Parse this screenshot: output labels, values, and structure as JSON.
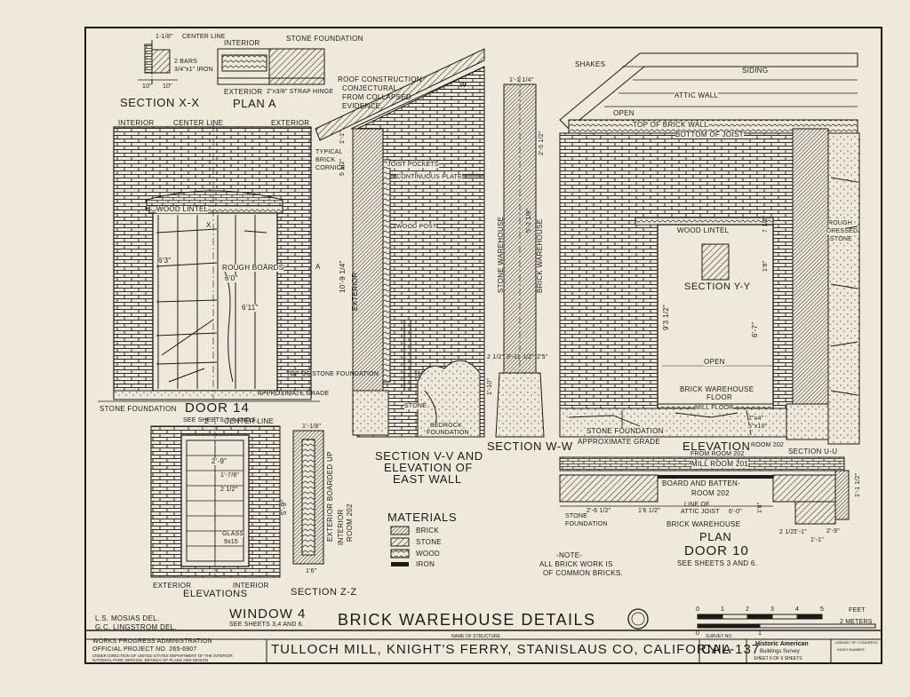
{
  "sheet_title": "BRICK WAREHOUSE DETAILS",
  "structure_name_label": "NAME OF STRUCTURE",
  "structure_name": "TULLOCH MILL, KNIGHT'S FERRY, STANISLAUS CO, CALIFORNIA",
  "survey_label": "SURVEY NO.",
  "survey_no": "CAL-137",
  "agency": {
    "line1": "Historic American",
    "line2": "Buildings Survey",
    "sheet": "SHEET 6 OF 9 SHEETS",
    "library": "LIBRARY OF CONGRESS",
    "index": "INDEX NUMBER"
  },
  "wpa": {
    "line1": "WORKS PROGRESS ADMINISTRATION",
    "line2": "OFFICIAL PROJECT NO. 265-6907",
    "line3": "UNDER DIRECTION OF UNITED STATES DEPARTMENT OF THE INTERIOR",
    "line4": "NATIONAL PARK SERVICE, BRANCH OF PLANS AND DESIGN"
  },
  "delineators": [
    "L.S. MOSIAS   DEL.",
    "G.C. LINGSTROM DEL."
  ],
  "scale": {
    "feet_ticks": [
      "0",
      "1",
      "2",
      "3",
      "4",
      "5"
    ],
    "feet_label": "FEET",
    "meter_ticks": [
      "0",
      "1"
    ],
    "meter_label": "2 METERS"
  },
  "materials": {
    "heading": "MATERIALS",
    "items": [
      "BRICK",
      "STONE",
      "WOOD",
      "IRON"
    ]
  },
  "note": [
    "-NOTE-",
    "ALL BRICK WORK IS",
    "OF COMMON BRICKS."
  ],
  "section_xx": {
    "title": "SECTION X-X",
    "dim1": "1-1/8\"",
    "center_line": "CENTER LINE",
    "bars": "2 BARS",
    "iron": "3/4\"x1\" IRON",
    "d1": "10\"",
    "d2": "10\""
  },
  "plan_a": {
    "title": "PLAN A",
    "interior": "INTERIOR",
    "stone_found": "STONE FOUNDATION",
    "exterior": "EXTERIOR",
    "hinge": "2\"x3/8\" STRAP HINGE"
  },
  "door14": {
    "title": "DOOR 14",
    "ref": "SEE SHEETS 3,4 AND 6.",
    "interior": "INTERIOR",
    "center_line": "CENTER LINE",
    "exterior": "EXTERIOR",
    "wood_lintel": "WOOD LINTEL",
    "rough": "ROUGH BOARDS",
    "dim_w": "6'0\"",
    "dim_h": "6'11\"",
    "dim_l": "6'3\"",
    "stone_found": "STONE FOUNDATION",
    "top_stone": "TOP OF STONE FOUNDATION",
    "grade": "APPROXIMATE GRADE",
    "a_mark": "A",
    "x_mark": "X"
  },
  "roof": {
    "text1": "ROOF CONSTRUCTION",
    "text2": "CONJECTURAL",
    "text3": "FROM COLLAPSED",
    "text4": "EVIDENCE.",
    "w_mark": "W"
  },
  "section_vv": {
    "title1": "SECTION V-V AND",
    "title2": "ELEVATION OF",
    "title3": "EAST WALL",
    "cornice1": "TYPICAL",
    "cornice2": "BRICK",
    "cornice3": "CORNICE",
    "joist": "JOIST POCKETS",
    "plate": "CONTINUOUS PLATE",
    "post": "WOOD POST",
    "exterior": "EXTERIOR",
    "height": "10'-9 1/4\"",
    "dim_top": "1'-1\"",
    "dim_t2": "5 1/2\"",
    "stone": "STONE",
    "bedrock1": "BEDROCK",
    "bedrock2": "FOUNDATION",
    "d_11": "11\""
  },
  "section_ww": {
    "title": "SECTION W-W",
    "stone_wh": "STONE WAREHOUSE",
    "brick_wh": "BRICK WAREHOUSE",
    "dim_top": "1'-1 1/4\"",
    "d1": "2'-5 1/2\"",
    "d2": "5'-2 1/8\"",
    "d3": "1'-10\"",
    "d4": "2 1/2\"",
    "d5": "3'-11 1/2\"",
    "d6": "2'5\""
  },
  "door10": {
    "title": "DOOR 10",
    "ref": "SEE SHEETS 3 AND 6.",
    "shakes": "SHAKES",
    "siding": "SIDING",
    "attic": "ATTIC WALL",
    "open_top": "OPEN",
    "top_brick": "TOP OF BRICK WALL",
    "bottom_joist": "BOTTOM OF JOIST",
    "wood_lintel": "WOOD LINTEL",
    "rough1": "ROUGH",
    "rough2": "DRESSED",
    "rough3": "STONE",
    "section_yy": "SECTION Y-Y",
    "open": "OPEN",
    "height": "9'3 1/2\"",
    "width": "6'-7\"",
    "d_top": "7 1/2\"",
    "d_r": "1'8\"",
    "floor1": "BRICK WAREHOUSE",
    "floor2": "FLOOR",
    "mill_floor": "MILL FLOOR",
    "beam1": "2\"x4\"",
    "beam2": "5\"x10\"",
    "stone_found": "STONE FOUNDATION",
    "grade": "APPROXIMATE GRADE",
    "elev": "ELEVATION",
    "from_room": "FROM ROOM 202",
    "room202": "ROOM 202",
    "section_uu": "SECTION U-U"
  },
  "plan10": {
    "title": "PLAN",
    "mill_room": "MILL ROOM 201",
    "board": "BOARD AND BATTEN-",
    "room202": "ROOM 202",
    "attic1": "LINE OF",
    "attic2": "ATTIC JOIST",
    "dim_attic": "6'-0\"",
    "stone_found1": "STONE",
    "stone_found2": "FOUNDATION",
    "brick_wh": "BRICK WAREHOUSE",
    "d1": "2'-6 1/2\"",
    "d2": "1'6 1/2\"",
    "d3": "1'-1 1/2\"",
    "d4": "1'-1\"",
    "d5": "2'-9\"",
    "d6": "2 1/2\"",
    "d7": "1'-1\"",
    "d8": "1'6\""
  },
  "window4": {
    "title": "WINDOW 4",
    "ref": "SEE SHEETS 3,4 AND 6.",
    "center_line": "CENTER LINE",
    "z_mark": "Z",
    "dim_w": "2'-9\"",
    "glass1": "GLASS",
    "glass2": "9x15",
    "exterior": "EXTERIOR",
    "interior": "INTERIOR",
    "elevations": "ELEVATIONS",
    "d1": "1'-7/8\"",
    "d2": "2 1/2\""
  },
  "section_zz": {
    "title": "SECTION Z-Z",
    "top": "1'-1/8\"",
    "boarded": "EXTERIOR BOARDED UP",
    "interior": "INTERIOR",
    "room": "ROOM 202",
    "height": "5'-9\"",
    "bottom": "1'6\""
  },
  "colors": {
    "paper": "#efe9dc",
    "ink": "#1c1a17"
  }
}
